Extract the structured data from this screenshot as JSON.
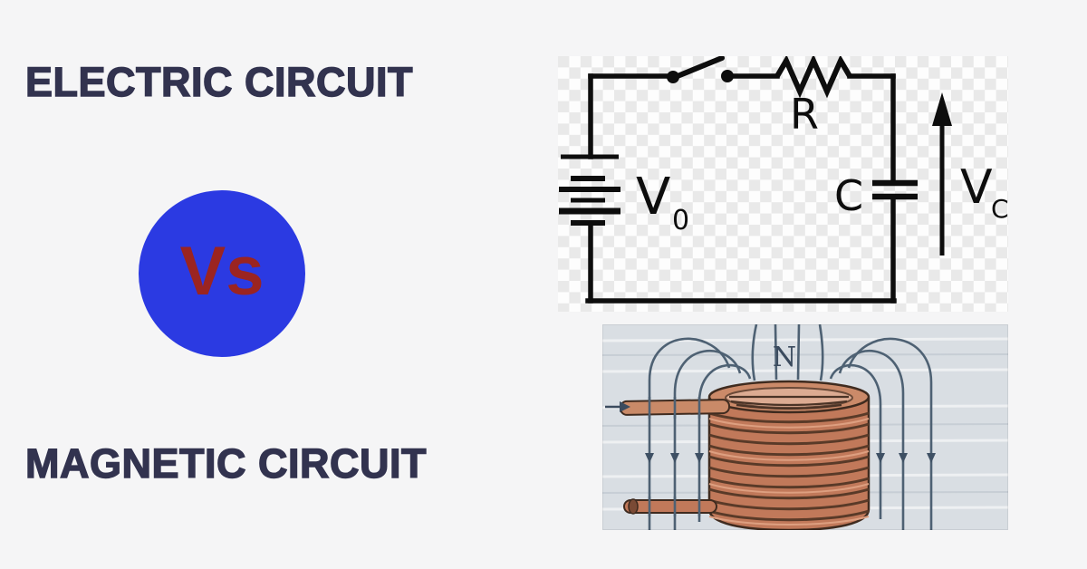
{
  "titles": {
    "electric": "ELECTRIC CIRCUIT",
    "magnetic": "MAGNETIC CIRCUIT"
  },
  "vs_badge": {
    "label": "Vs"
  },
  "electric_circuit": {
    "resistor_label": "R",
    "capacitor_label": "C",
    "source_voltage": "V",
    "source_voltage_subscript": "0",
    "capacitor_voltage": "V",
    "capacitor_voltage_subscript": "C"
  },
  "magnetic_circuit": {
    "pole_label": "N"
  },
  "colors": {
    "page_background": "#f5f5f6",
    "title_text": "#32334f",
    "vs_circle": "#2b3ae2",
    "vs_text": "#9b2421",
    "circuit_ink": "#0d0d0d",
    "checker_square": "#e9e9e9",
    "coil_paper": "#d9dee3",
    "coil_copper": "#c1795a",
    "field_line": "#4e6173"
  }
}
